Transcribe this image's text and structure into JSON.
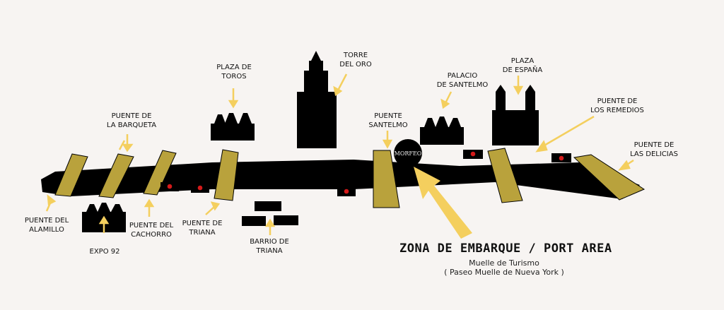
{
  "colors": {
    "background": "#f7f4f2",
    "river": "#000000",
    "bridge": "#b9a23c",
    "arrow": "#f4cf5e",
    "marker": "#d41a1a"
  },
  "logo": {
    "text": "MORFEO"
  },
  "labels": {
    "puente_del_alamillo": "PUENTE DEL\nALAMILLO",
    "puente_de_la_barqueta": "PUENTE DE\nLA BARQUETA",
    "expo_92": "EXPO 92",
    "puente_del_cachorro": "PUENTE DEL\nCACHORRO",
    "puente_de_triana": "PUENTE DE\nTRIANA",
    "plaza_de_toros": "PLAZA DE\nTOROS",
    "barrio_de_triana": "BARRIO DE\nTRIANA",
    "torre_del_oro": "TORRE\nDEL ORO",
    "puente_santelmo": "PUENTE\nSANTELMO",
    "palacio_de_santelmo": "PALACIO\nDE SANTELMO",
    "plaza_de_espana": "PLAZA\nDE ESPAÑA",
    "puente_de_los_remedios": "PUENTE DE\nLOS REMEDIOS",
    "puente_de_las_delicias": "PUENTE DE\nLAS DELICIAS"
  },
  "zone": {
    "title": "ZONA DE EMBARQUE / PORT AREA",
    "subtitle_1": "Muelle de Turismo",
    "subtitle_2": "( Paseo Muelle de Nueva York )"
  }
}
